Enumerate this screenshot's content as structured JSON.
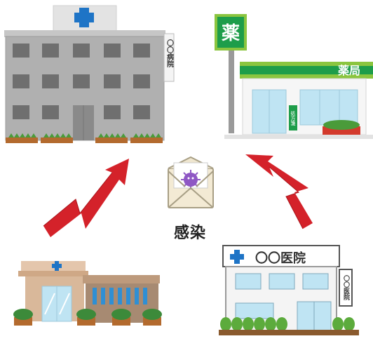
{
  "hospital": {
    "name_sign": "〇〇病院"
  },
  "pharmacy": {
    "pole_sign": "薬",
    "roof_sign": "薬局",
    "door_sign": "処方箋"
  },
  "clinic": {
    "name": "〇〇医院",
    "side_sign": "〇〇医院"
  },
  "center": {
    "label": "感染"
  },
  "colors": {
    "red_arrow": "#d4222a",
    "pharmacy_green": "#1e9d4a",
    "lime": "#8bc53f",
    "cross_blue": "#1e74c6",
    "virus_purple": "#8e56c4",
    "hospital_gray": "#a8a8a8",
    "clinic_tan": "#d9b89a"
  },
  "icons": [
    "medical-cross-icon",
    "virus-envelope-icon",
    "zigzag-arrow-icon"
  ]
}
